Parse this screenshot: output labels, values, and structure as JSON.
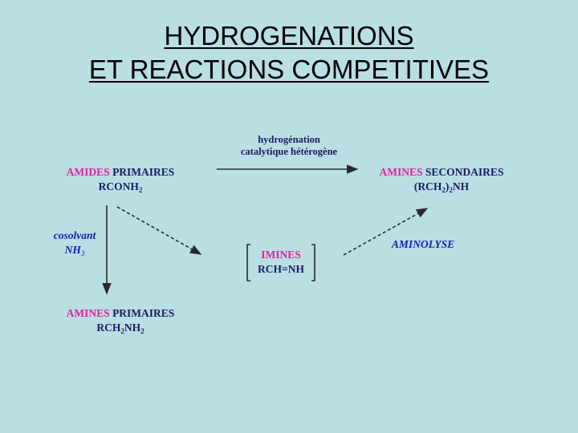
{
  "title": {
    "line1": "HYDROGENATIONS",
    "line2": "ET REACTIONS COMPETITIVES"
  },
  "diagram": {
    "amide": {
      "keyword": "AMIDES",
      "rest": "PRIMAIRES",
      "formula_a": "RCONH",
      "formula_sub": "2"
    },
    "secondary_amine": {
      "keyword": "AMINES",
      "rest": "SECONDAIRES",
      "formula_a": "(RCH",
      "formula_sub": "2",
      "formula_b": ")",
      "formula_sub2": "2",
      "formula_c": "NH"
    },
    "imine": {
      "keyword": "IMINES",
      "formula": "RCH=NH"
    },
    "primary_amine": {
      "keyword": "AMINES",
      "rest": "PRIMAIRES",
      "formula_a": "RCH",
      "formula_sub": "2",
      "formula_b": "NH",
      "formula_sub2": "2"
    },
    "hydrogenation_label": {
      "line1": "hydrogénation",
      "line2": "catalytique hétérogène"
    },
    "cosolvant_label": {
      "line1": "cosolvant",
      "line2": "NH",
      "line2_sub": "3"
    },
    "aminolyse_label": "AMINOLYSE",
    "colors": {
      "keyword": "#e21fa0",
      "text": "#1a1a66",
      "italic_label": "#1a1ab0",
      "arrow": "#2a2a2a"
    }
  }
}
